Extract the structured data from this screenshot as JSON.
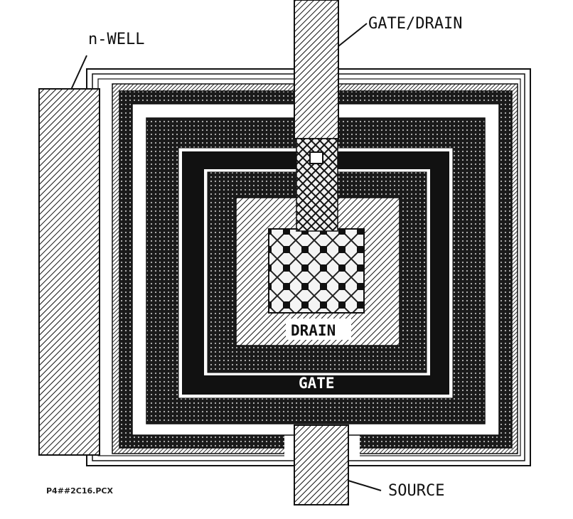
{
  "labels": {
    "n_well": "n-WELL",
    "gate_drain": "GATE/DRAIN",
    "drain": "DRAIN",
    "gate": "GATE",
    "source": "SOURCE",
    "file": "P4##2C16.PCX"
  },
  "colors": {
    "ink": "#111111",
    "paper": "#ffffff"
  }
}
